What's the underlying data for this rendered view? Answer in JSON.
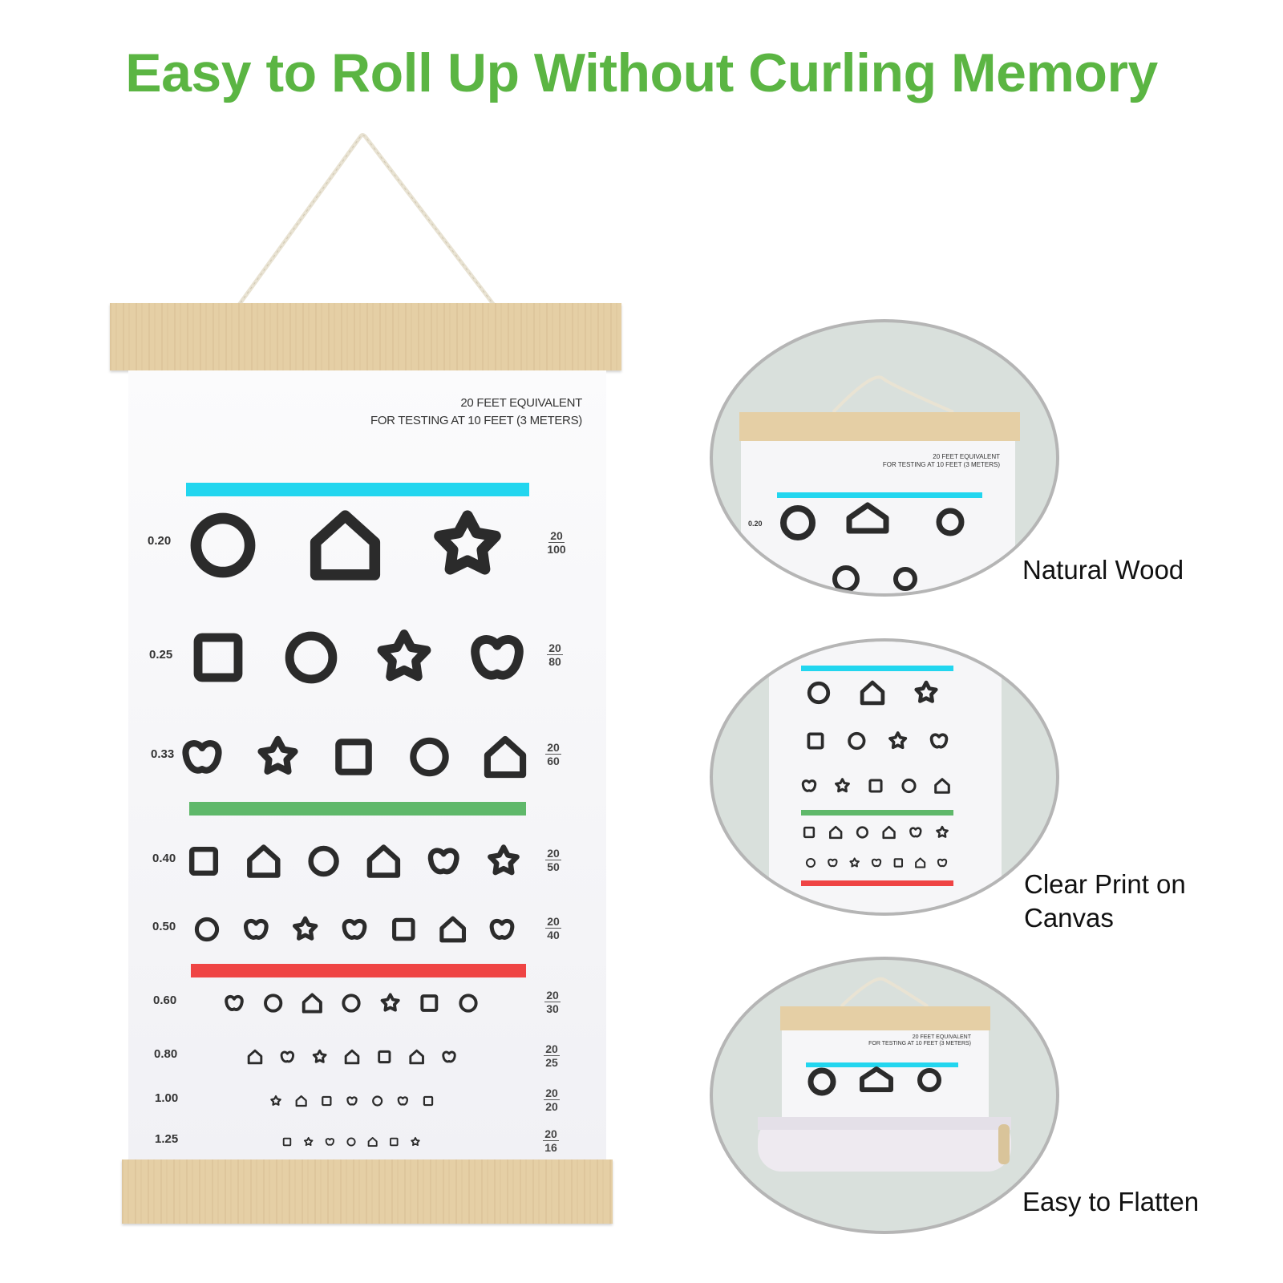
{
  "headline": "Easy to Roll Up Without Curling Memory",
  "chart": {
    "header_line1": "20 FEET EQUIVALENT",
    "header_line2": "FOR TESTING AT 10 FEET (3 METERS)",
    "bar_colors": {
      "blue": "#22d6ef",
      "green": "#5fb86a",
      "red": "#ef4444"
    },
    "rows": [
      {
        "acuity": "0.20",
        "num": "20",
        "den": "100",
        "symbols": [
          "circle",
          "house",
          "flower"
        ]
      },
      {
        "acuity": "0.25",
        "num": "20",
        "den": "80",
        "symbols": [
          "square",
          "circle",
          "flower",
          "apple"
        ]
      },
      {
        "acuity": "0.33",
        "num": "20",
        "den": "60",
        "symbols": [
          "apple",
          "flower",
          "square",
          "circle",
          "house"
        ]
      },
      {
        "acuity": "0.40",
        "num": "20",
        "den": "50",
        "symbols": [
          "square",
          "house",
          "circle",
          "house",
          "apple",
          "flower"
        ]
      },
      {
        "acuity": "0.50",
        "num": "20",
        "den": "40",
        "symbols": [
          "circle",
          "apple",
          "flower",
          "apple",
          "square",
          "house",
          "apple"
        ]
      },
      {
        "acuity": "0.60",
        "num": "20",
        "den": "30",
        "symbols": [
          "apple",
          "circle",
          "house",
          "circle",
          "flower",
          "square",
          "circle"
        ]
      },
      {
        "acuity": "0.80",
        "num": "20",
        "den": "25",
        "symbols": [
          "house",
          "apple",
          "flower",
          "house",
          "square",
          "house",
          "apple"
        ]
      },
      {
        "acuity": "1.00",
        "num": "20",
        "den": "20",
        "symbols": [
          "flower",
          "house",
          "square",
          "apple",
          "circle",
          "apple",
          "square"
        ]
      },
      {
        "acuity": "1.25",
        "num": "20",
        "den": "16",
        "symbols": [
          "square",
          "flower",
          "apple",
          "circle",
          "house",
          "square",
          "flower"
        ]
      }
    ]
  },
  "features": [
    {
      "caption": "Natural Wood"
    },
    {
      "caption_line1": "Clear Print on",
      "caption_line2": "Canvas"
    },
    {
      "caption": "Easy to Flatten"
    }
  ],
  "colors": {
    "headline_green": "#5bb543",
    "wood": "#e5cfa5",
    "symbol": "#2b2b2b"
  }
}
